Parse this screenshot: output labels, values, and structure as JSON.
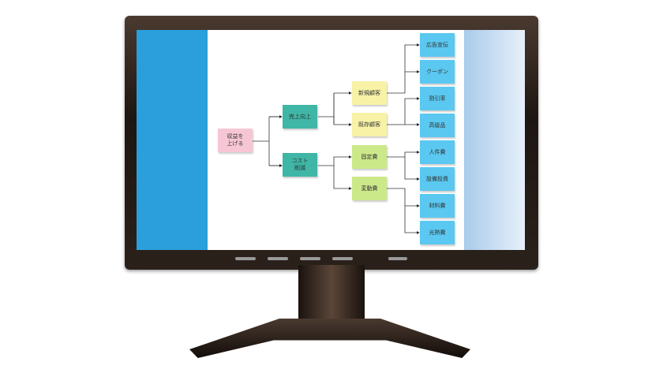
{
  "diagram": {
    "root": "収益を\n上げる",
    "level1": [
      "売上向上",
      "コスト\n削減"
    ],
    "level2": [
      "新規顧客",
      "既存顧客",
      "固定費",
      "変動費"
    ],
    "level3": [
      "広告宣伝",
      "クーポン",
      "割引率",
      "高級品",
      "人件費",
      "設備投資",
      "材料費",
      "光熱費"
    ]
  },
  "colors": {
    "root": "#f7c6d4",
    "level1": "#3fb6a6",
    "level2a": "#f7f2a6",
    "level2b": "#cce98a",
    "level3": "#5ac8f0",
    "sidebar": "#2a9fdc"
  }
}
